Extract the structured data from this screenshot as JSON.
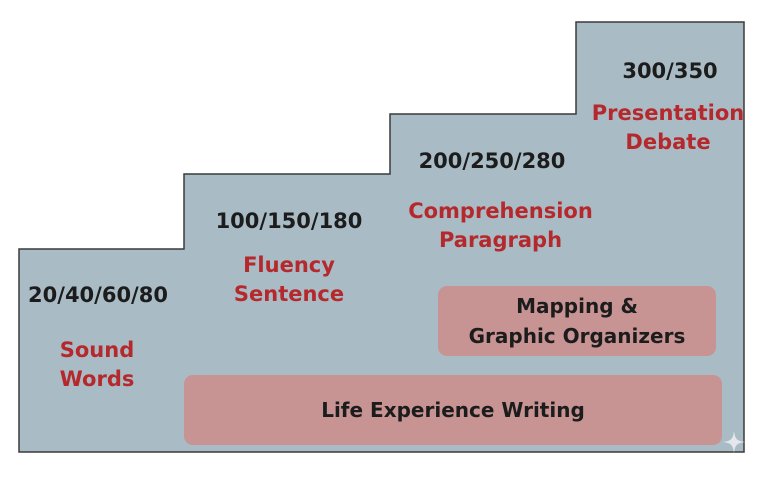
{
  "colors": {
    "step_fill": "#a9bcc6",
    "step_border": "#3a3a3a",
    "number_text": "#1c1c1c",
    "skill_text": "#b5282b",
    "box_fill": "#c79393"
  },
  "steps": [
    {
      "numbers": "20/40/60/80",
      "skills": [
        "Sound",
        "Words"
      ]
    },
    {
      "numbers": "100/150/180",
      "skills": [
        "Fluency",
        "Sentence"
      ]
    },
    {
      "numbers": "200/250/280",
      "skills": [
        "Comprehension",
        "Paragraph"
      ]
    },
    {
      "numbers": "300/350",
      "skills": [
        "Presentation",
        "Debate"
      ]
    }
  ],
  "boxes": {
    "mapping": [
      "Mapping &",
      "Graphic Organizers"
    ],
    "life": "Life Experience Writing"
  },
  "decoration": {
    "corner_icon": "sparkle-icon"
  }
}
